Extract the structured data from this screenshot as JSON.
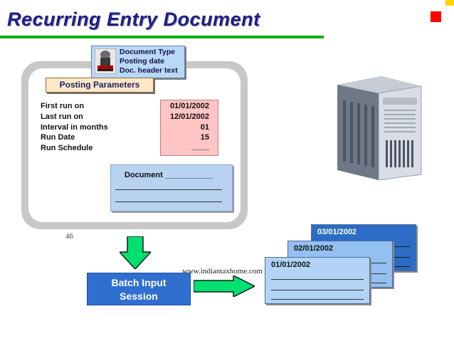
{
  "title": "Recurring Entry Document",
  "doc_header_info": {
    "lines": [
      "Document Type",
      "Posting date",
      "Doc. header text"
    ]
  },
  "posting_parameters": {
    "label": "Posting Parameters",
    "rows": [
      {
        "label": "First run on",
        "value": "01/01/2002"
      },
      {
        "label": "Last run on",
        "value": "12/01/2002"
      },
      {
        "label": "Interval in months",
        "value": "01"
      },
      {
        "label": "Run Date",
        "value": "15"
      },
      {
        "label": "Run Schedule",
        "value": "____"
      }
    ]
  },
  "document_box": {
    "label": "Document  ___________"
  },
  "page_number": "46",
  "batch_input": {
    "line1": "Batch Input",
    "line2": "Session"
  },
  "watermark_url": "www.indiantaxhome.com",
  "documents_generated": {
    "dates": [
      "01/01/2002",
      "02/01/2002",
      "03/01/2002"
    ]
  },
  "colors": {
    "title": "#1e1e8c",
    "title_underline": "#00b400",
    "batch_box": "#2f6fd0",
    "arrows": "#00e070",
    "values_box": "#ffc4c4"
  }
}
